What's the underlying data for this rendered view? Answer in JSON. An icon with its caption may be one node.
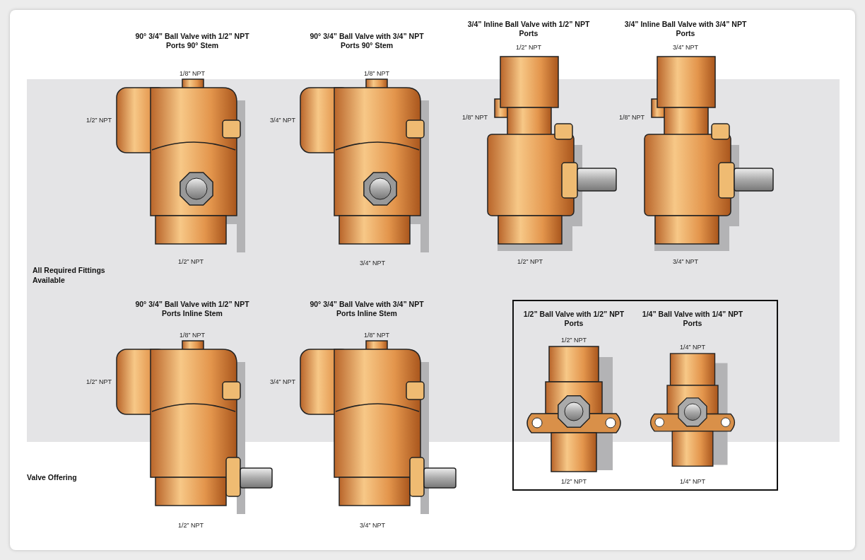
{
  "diagram": {
    "nodes": [
      {
        "text": [
          "1/2” Ball Valve with 1/2” NPT Ports",
          "1/4” Ball Valve with 1/4” NPT Ports",
          "1/2” NPT",
          "1/4” NPT",
          "1/2” NPT",
          "1/4” NPT"
        ]
      }
    ],
    "labels": [
      "90° 3/4” Ball Valve with 1/2” NPT Ports 90° Stem",
      "90° 3/4” Ball Valve with 3/4” NPT Ports 90° Stem",
      "3/4” Inline Ball Valve with 1/2” NPT Ports",
      "3/4” Inline Ball Valve with 3/4” NPT Ports",
      "1/2” NPT",
      "3/4” NPT",
      "1/8” NPT",
      "1/8” NPT",
      "1/2” NPT",
      "3/4” NPT",
      "1/8” NPT",
      "1/8” NPT",
      "1/2” NPT",
      "3/4” NPT",
      "1/2” NPT",
      "3/4” NPT",
      "All Required Fittings Available",
      "90° 3/4” Ball Valve with 1/2” NPT Ports Inline Stem",
      "90° 3/4” Ball Valve with 3/4” NPT Ports Inline Stem",
      "1/8” NPT",
      "1/8” NPT",
      "1/2” NPT",
      "3/4” NPT",
      "Valve Offering",
      "1/2” NPT",
      "3/4” NPT"
    ]
  }
}
